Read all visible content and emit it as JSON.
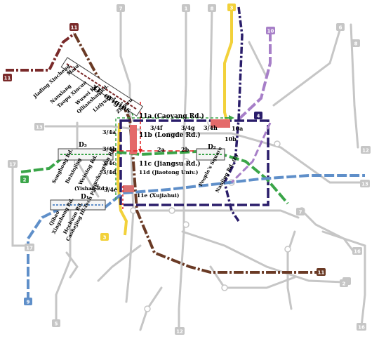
{
  "map": {
    "origins_title": "O₂ origins",
    "origin_stations": [
      "Jiading Xincheng",
      "Malu",
      "Nanxiang",
      "Taopu Xincun",
      "Wuwei Rd.",
      "Qilianshan Rd.",
      "Liziyuan",
      "Zhenru"
    ],
    "d3_label": "D₃",
    "d3_stations": [
      "Songhong Rd.",
      "Beixinjing",
      "Weining Rd.",
      "Loushanguan Rd."
    ],
    "d1_label": "D₁",
    "d1_stations": [
      "Qibao",
      "Xingzhong Rd.",
      "Hechuan Rd.",
      "Caohejing Hi-Tech Park"
    ],
    "d2_label": "D₂",
    "d2_stations": [
      "People's Square",
      "Nanjing Rd. (E)"
    ],
    "route_labels": {
      "r11a": "11a (Caoyang Rd.)",
      "r11b": "11b (Longde Rd.)",
      "r11c_jiangsu": "11c (Jiangsu Rd.)",
      "r11d": "11d (Jiaotong Univ.)",
      "r11e": "11e (Xujiahui)",
      "r3_4a": "3/4a",
      "r3_4b": "3/4b",
      "r3_4c": "3/4c",
      "r3_4d": "3/4d",
      "r3_4e": "3/4e",
      "r3_4f": "3/4f",
      "r3_4g": "3/4g",
      "r3_4h": "3/4h",
      "r2a": "2a",
      "r2b": "2b",
      "r10a": "10a",
      "r10b": "10b",
      "yishan": "(Yishan Rd.)"
    },
    "line_badges": {
      "l11_top": "11",
      "l11_left": "11",
      "l11_bottom": "11",
      "l3": "3",
      "l3_bottom": "3",
      "l10": "10",
      "l4": "4",
      "l2": "2",
      "l9": "9",
      "g7": "7",
      "g1": "1",
      "g8": "8",
      "g8b": "8",
      "g6": "6",
      "g13": "13",
      "g12": "12",
      "g17": "17",
      "g7b": "7",
      "g13b": "13",
      "g8c": "8",
      "g16": "16",
      "g17b": "17",
      "g5": "5",
      "g2": "2",
      "g16b": "16",
      "g12b": "12"
    },
    "colors": {
      "line11": "#7a2a2a",
      "line3": "#f2d13a",
      "line10": "#a77fc8",
      "line4": "#2a1d6a",
      "line2": "#3aa548",
      "line9": "#5f8fc9",
      "line8": "#6a3a25",
      "red": "#e02020",
      "other_lines": "#c6c6c6"
    }
  }
}
